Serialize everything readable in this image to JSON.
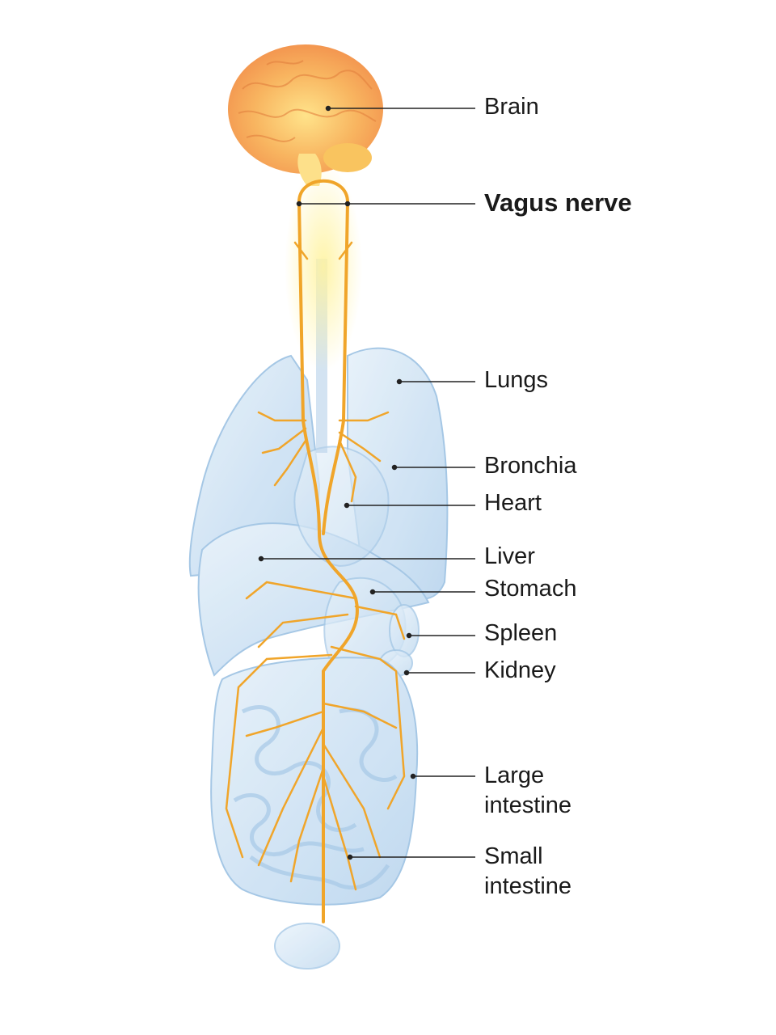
{
  "colors": {
    "nerve": "#f0a52a",
    "nerve_glow": "#ffe27a",
    "organ_fill": "#cfe3f4",
    "organ_edge": "#8fb9de",
    "brain": "#f5a25a",
    "leader": "#222222",
    "text": "#1a1a1a"
  },
  "labels": [
    {
      "id": "brain",
      "text": "Brain",
      "bold": false
    },
    {
      "id": "vagus",
      "text": "Vagus nerve",
      "bold": true
    },
    {
      "id": "lungs",
      "text": "Lungs",
      "bold": false
    },
    {
      "id": "bronchia",
      "text": "Bronchia",
      "bold": false
    },
    {
      "id": "heart",
      "text": "Heart",
      "bold": false
    },
    {
      "id": "liver",
      "text": "Liver",
      "bold": false
    },
    {
      "id": "stomach",
      "text": "Stomach",
      "bold": false
    },
    {
      "id": "spleen",
      "text": "Spleen",
      "bold": false
    },
    {
      "id": "kidney",
      "text": "Kidney",
      "bold": false
    },
    {
      "id": "large",
      "text": "Large\nintestine",
      "bold": false
    },
    {
      "id": "small",
      "text": "Small\nintestine",
      "bold": false
    }
  ]
}
